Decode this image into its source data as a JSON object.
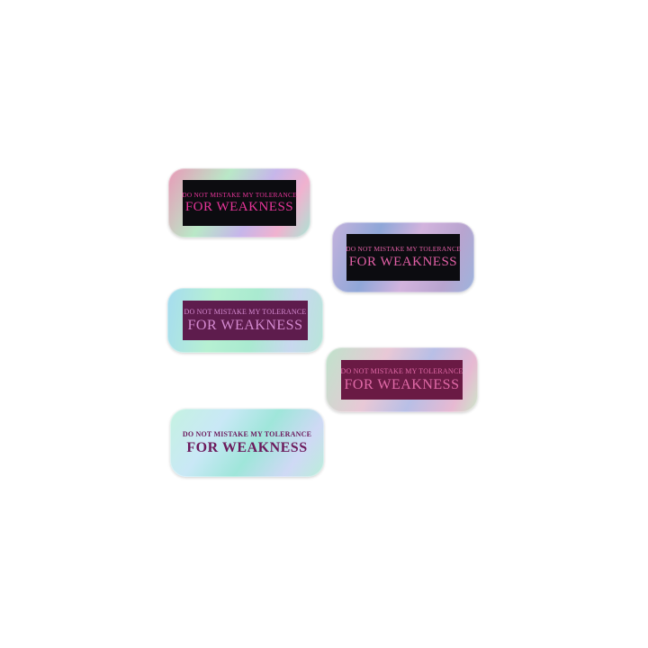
{
  "stickers": [
    {
      "line1": "Do not mistake my tolerance",
      "line2": "for weakness"
    },
    {
      "line1": "Do not mistake my tolerance",
      "line2": "for weakness"
    },
    {
      "line1": "Do not mistake my tolerance",
      "line2": "for weakness"
    },
    {
      "line1": "Do not mistake my tolerance",
      "line2": "for weakness"
    },
    {
      "line1": "Do not mistake my tolerance",
      "line2": "for weakness"
    }
  ],
  "colors": {
    "background": "#ffffff",
    "text_pink": "#e8359a",
    "text_deep_plum": "#6c1a5c",
    "panel_black": "#0c0c10",
    "panel_plum": "#5e1c4d"
  }
}
